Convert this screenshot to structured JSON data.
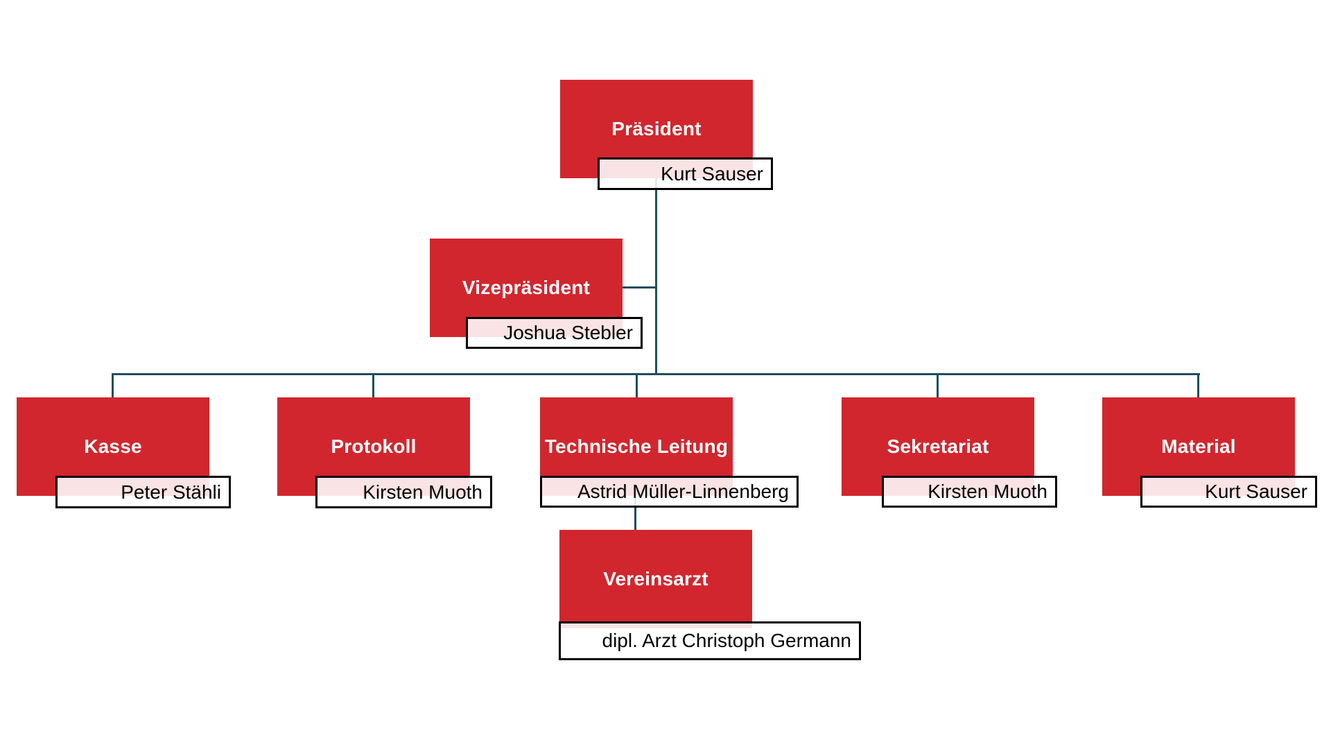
{
  "diagram": {
    "type": "org-chart",
    "background": "#ffffff",
    "colors": {
      "node_fill": "#d2262e",
      "node_text": "#ffffff",
      "connector": "#1d4e60",
      "label_border": "#000000",
      "label_bg": "rgba(255,255,255,0.87)"
    },
    "nodes": [
      {
        "role": "Präsident",
        "person": "Kurt Sauser",
        "reports_to": null
      },
      {
        "role": "Vizepräsident",
        "person": "Joshua Stebler",
        "reports_to": "Präsident"
      },
      {
        "role": "Kasse",
        "person": "Peter Stähli",
        "reports_to": "Präsident"
      },
      {
        "role": "Protokoll",
        "person": "Kirsten Muoth",
        "reports_to": "Präsident"
      },
      {
        "role": "Technische Leitung",
        "person": "Astrid Müller-Linnenberg",
        "reports_to": "Präsident"
      },
      {
        "role": "Sekretariat",
        "person": "Kirsten Muoth",
        "reports_to": "Präsident"
      },
      {
        "role": "Material",
        "person": "Kurt Sauser",
        "reports_to": "Präsident"
      },
      {
        "role": "Vereinsarzt",
        "person": "dipl. Arzt Christoph Germann",
        "reports_to": "Technische Leitung"
      }
    ]
  }
}
